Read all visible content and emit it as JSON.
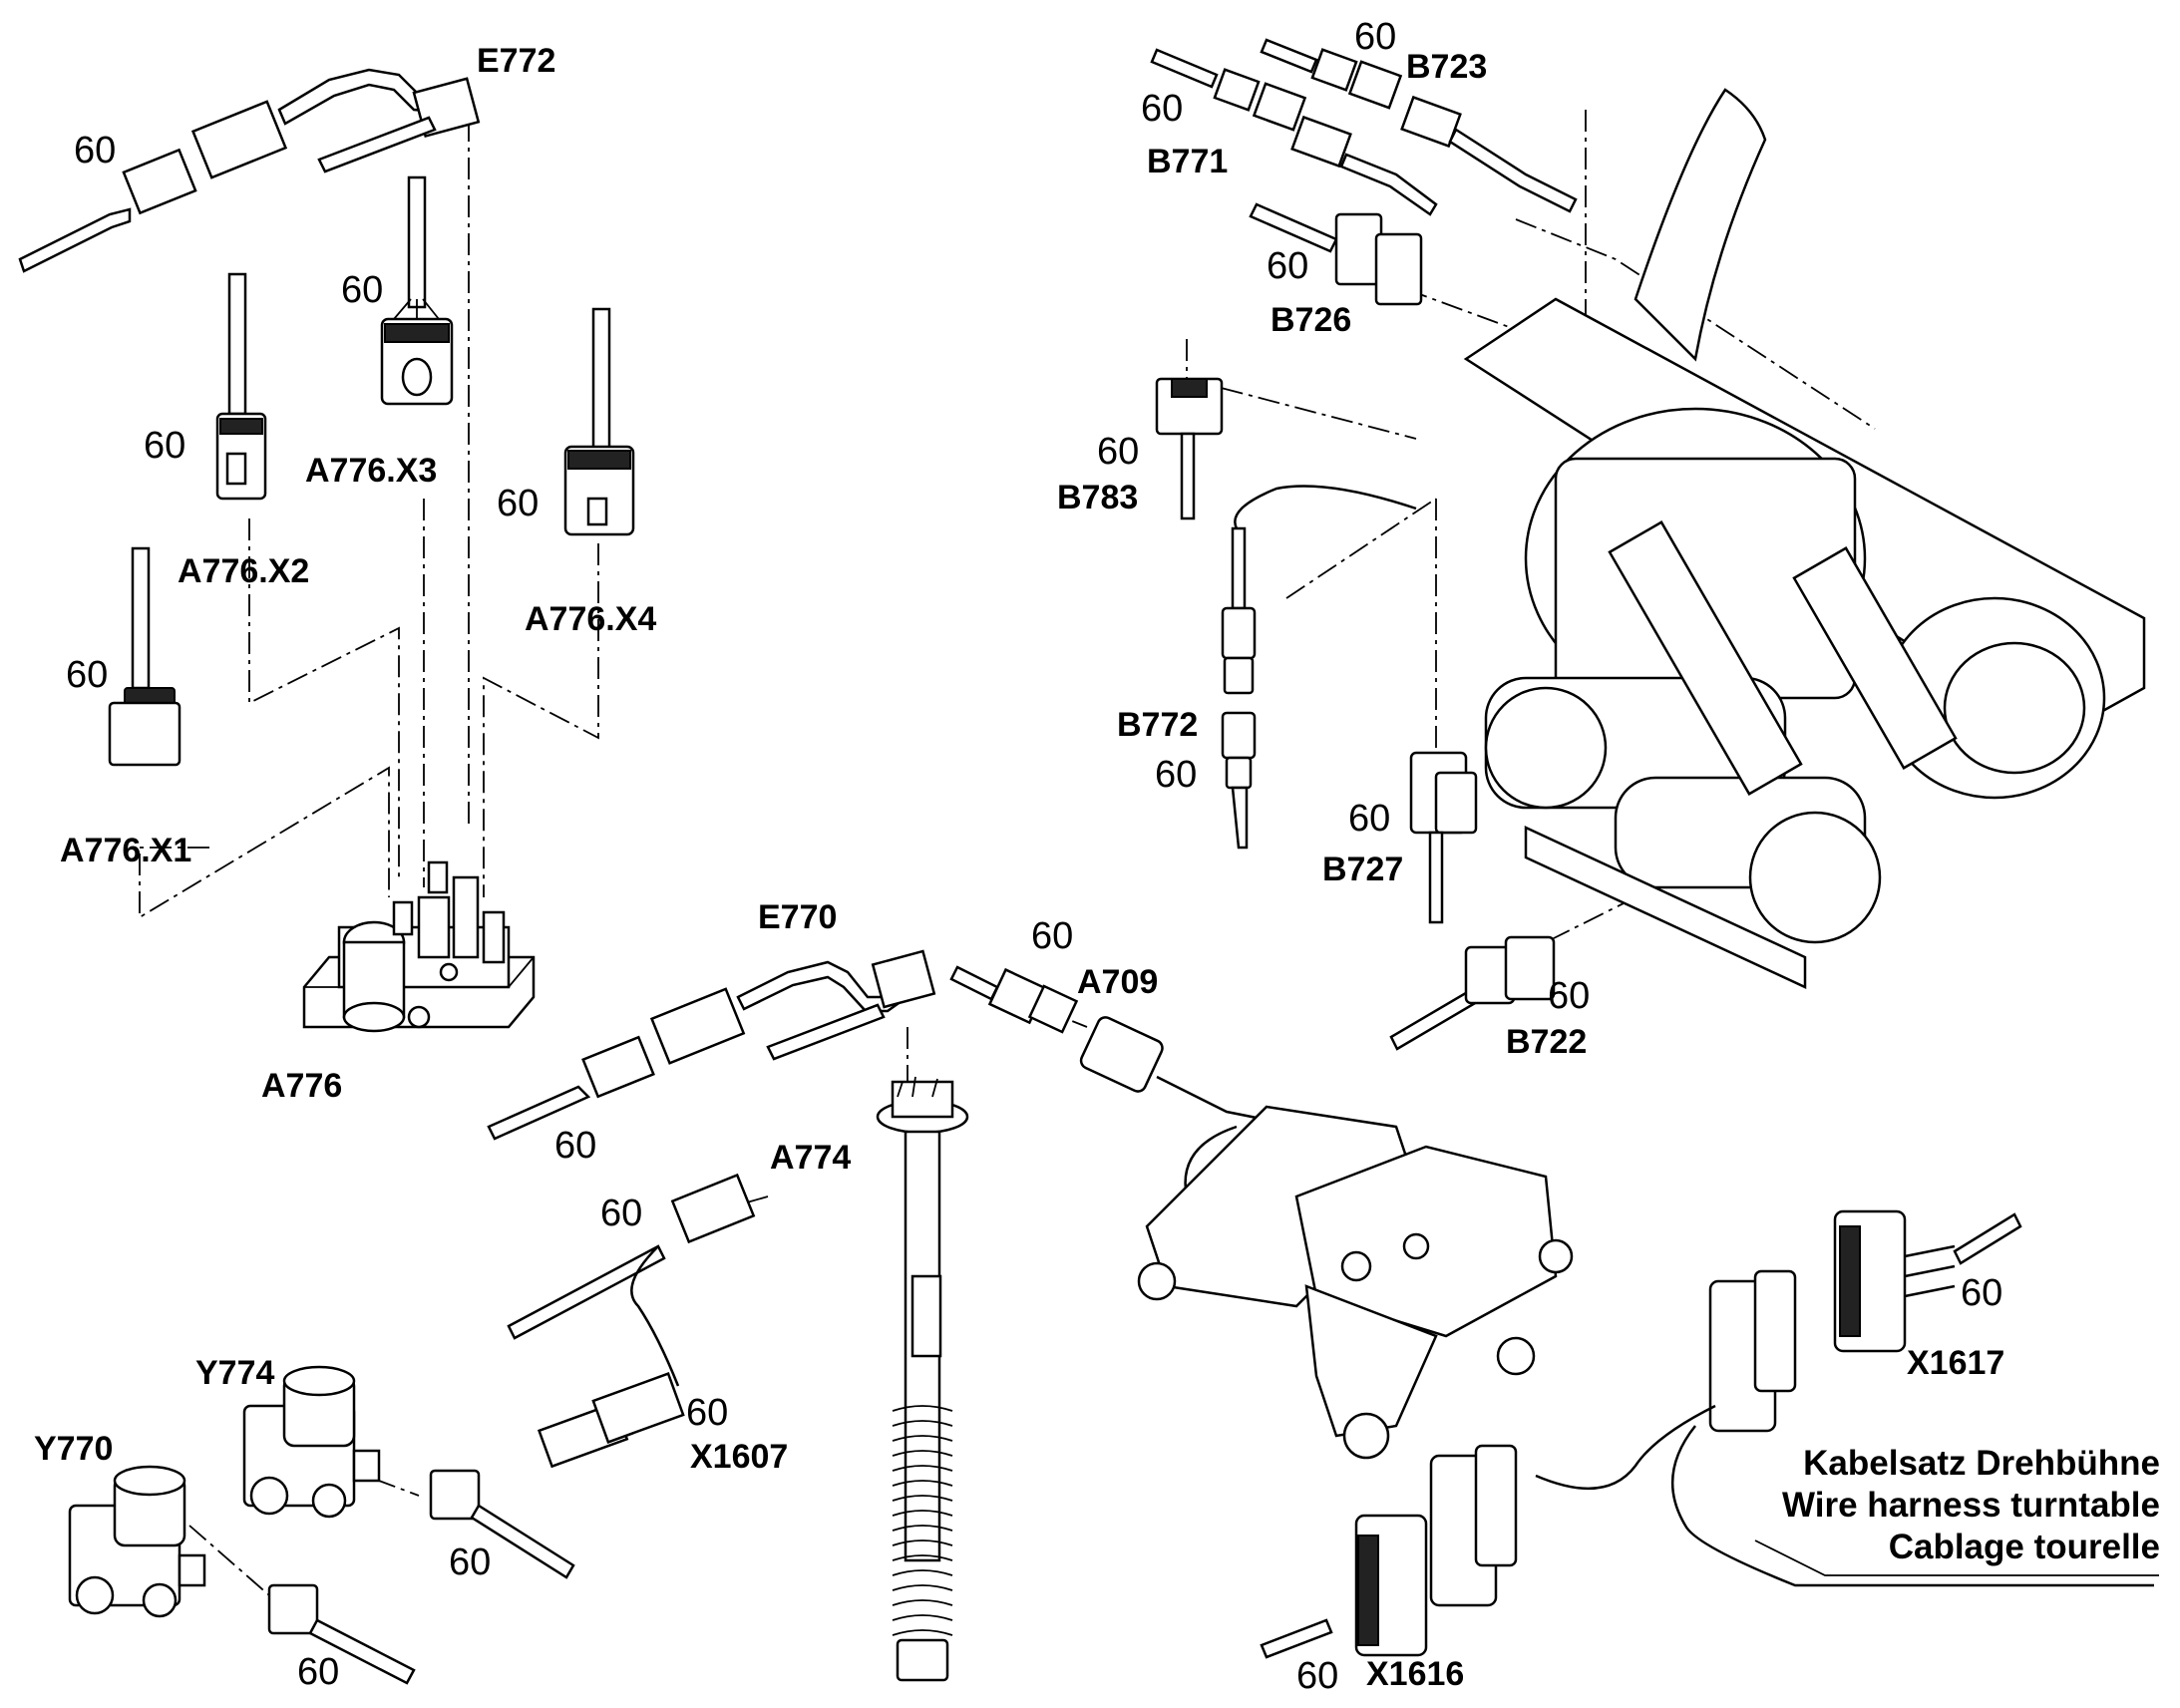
{
  "labels": {
    "E772": "E772",
    "A776_X3": "A776.X3",
    "A776_X2": "A776.X2",
    "A776_X4": "A776.X4",
    "A776_X1": "A776.X1",
    "A776": "A776",
    "E770": "E770",
    "A709": "A709",
    "A774": "A774",
    "X1607": "X1607",
    "Y774": "Y774",
    "Y770": "Y770",
    "B723": "B723",
    "B771": "B771",
    "B726": "B726",
    "B783": "B783",
    "B772": "B772",
    "B727": "B727",
    "B722": "B722",
    "X1617": "X1617",
    "X1616": "X1616"
  },
  "ref_number": "60",
  "harness_title": {
    "de": "Kabelsatz Drehbühne",
    "en": "Wire harness turntable",
    "fr": "Cablage tourelle"
  }
}
